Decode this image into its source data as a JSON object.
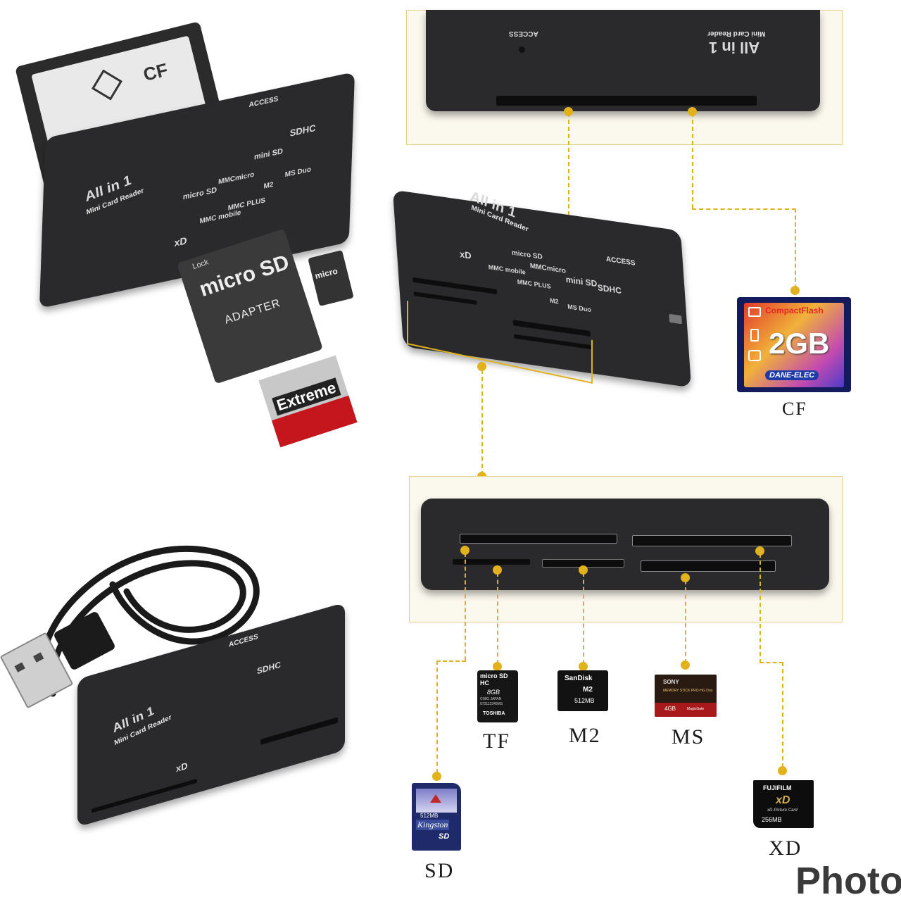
{
  "reader": {
    "brand": "All in 1",
    "subtitle": "Mini Card Reader",
    "access_label": "ACCESS",
    "slot_logos": [
      "micro SD",
      "MMCmicro",
      "mini SD",
      "SDHC",
      "xD",
      "MMC mobile",
      "MMC PLUS",
      "M2",
      "MS Duo",
      "CF"
    ]
  },
  "top_view": {
    "access_label": "ACCESS",
    "brand": "All in 1",
    "subtitle": "Mini Card Reader"
  },
  "left_photo": {
    "adapter_text": "micro SD",
    "adapter_sub": "ADAPTER",
    "lock_label": "Lock",
    "cf_label": "CF",
    "extreme_text": "Extreme",
    "micro_label": "micro"
  },
  "cards": {
    "cf": {
      "brand": "CompactFlash",
      "capacity": "2GB",
      "maker": "DANE-ELEC",
      "caption": "CF"
    },
    "tf": {
      "logo": "micro SD HC",
      "capacity": "8GB",
      "lines": [
        "C08G JAPAN",
        "073112349MS"
      ],
      "maker": "TOSHIBA",
      "caption": "TF"
    },
    "m2": {
      "maker": "SanDisk",
      "logo": "M2",
      "capacity": "512MB",
      "caption": "M2"
    },
    "ms": {
      "maker": "SONY",
      "model": "MEMORY STICK PRO-HG Duo",
      "capacity": "4GB",
      "tag": "MagicGate",
      "caption": "MS"
    },
    "sd": {
      "capacity": "512MB",
      "maker": "Kingston",
      "logo": "SD",
      "caption": "SD"
    },
    "xd": {
      "maker": "FUJIFILM",
      "logo": "xD",
      "sub": "xD-Picture Card",
      "capacity": "256MB",
      "caption": "XD"
    }
  },
  "watermark": "Photo",
  "colors": {
    "accent": "#e1b21b",
    "device": "#2a2a2c",
    "panel_border": "#e7cf8a"
  }
}
